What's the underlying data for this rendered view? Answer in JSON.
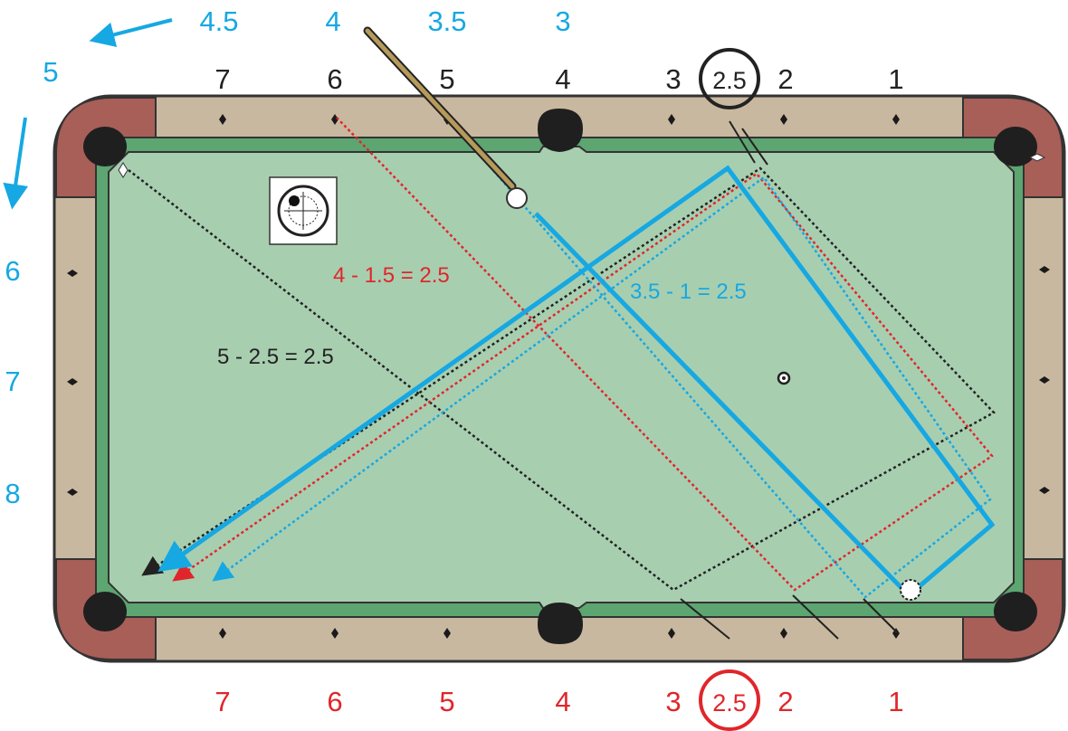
{
  "colors": {
    "rail_wood": "#a85f58",
    "rail_wood_dark": "#3a2a28",
    "rail_wood_lines": "#c2b39a",
    "cushion_tan": "#c9b8a0",
    "cloth": "#a8ceb0",
    "cushion_green": "#5da571",
    "blue": "#16a8e2",
    "red": "#e0262b",
    "black": "#222222"
  },
  "labels": {
    "top_blue": [
      "4.5",
      "4",
      "3.5",
      "3"
    ],
    "left_blue": [
      "5",
      "6",
      "7",
      "8"
    ],
    "top_rail": [
      "7",
      "6",
      "5",
      "4",
      "3",
      "2.5",
      "2",
      "1"
    ],
    "bottom_red": [
      "7",
      "6",
      "5",
      "4",
      "3",
      "2.5",
      "2",
      "1"
    ]
  },
  "equations": {
    "red": "4 - 1.5 = 2.5",
    "blue": "3.5 - 1 = 2.5",
    "black": "5 - 2.5 = 2.5"
  },
  "icons": {
    "cue": "cue-stick",
    "tip_indicator": "cue-ball-tip-icon"
  }
}
